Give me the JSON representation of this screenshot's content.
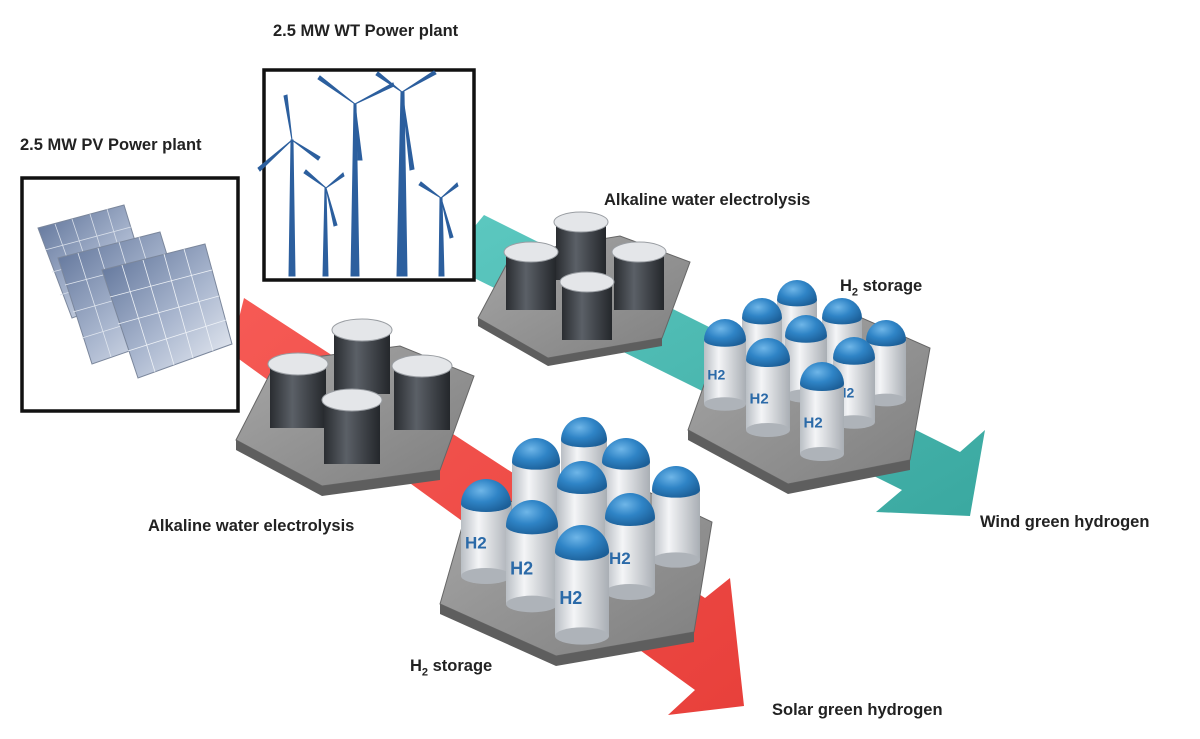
{
  "labels": {
    "wt_plant": "2.5 MW WT Power plant",
    "pv_plant": "2.5 MW PV Power plant",
    "electrolysis_wind": "Alkaline water electrolysis",
    "electrolysis_solar": "Alkaline water electrolysis",
    "storage_wind_prefix": "H",
    "storage_wind_sub": "2",
    "storage_wind_suffix": " storage",
    "storage_solar_prefix": "H",
    "storage_solar_sub": "2",
    "storage_solar_suffix": " storage",
    "wind_output": "Wind green hydrogen",
    "solar_output": "Solar green hydrogen",
    "tank_marking": "H2"
  },
  "colors": {
    "wind_arrow": "#44b4ac",
    "solar_arrow": "#f24a45",
    "turbine": "#2c5f9e",
    "tank_dome": "#2f84c6",
    "platform": "#8c8c8c"
  }
}
